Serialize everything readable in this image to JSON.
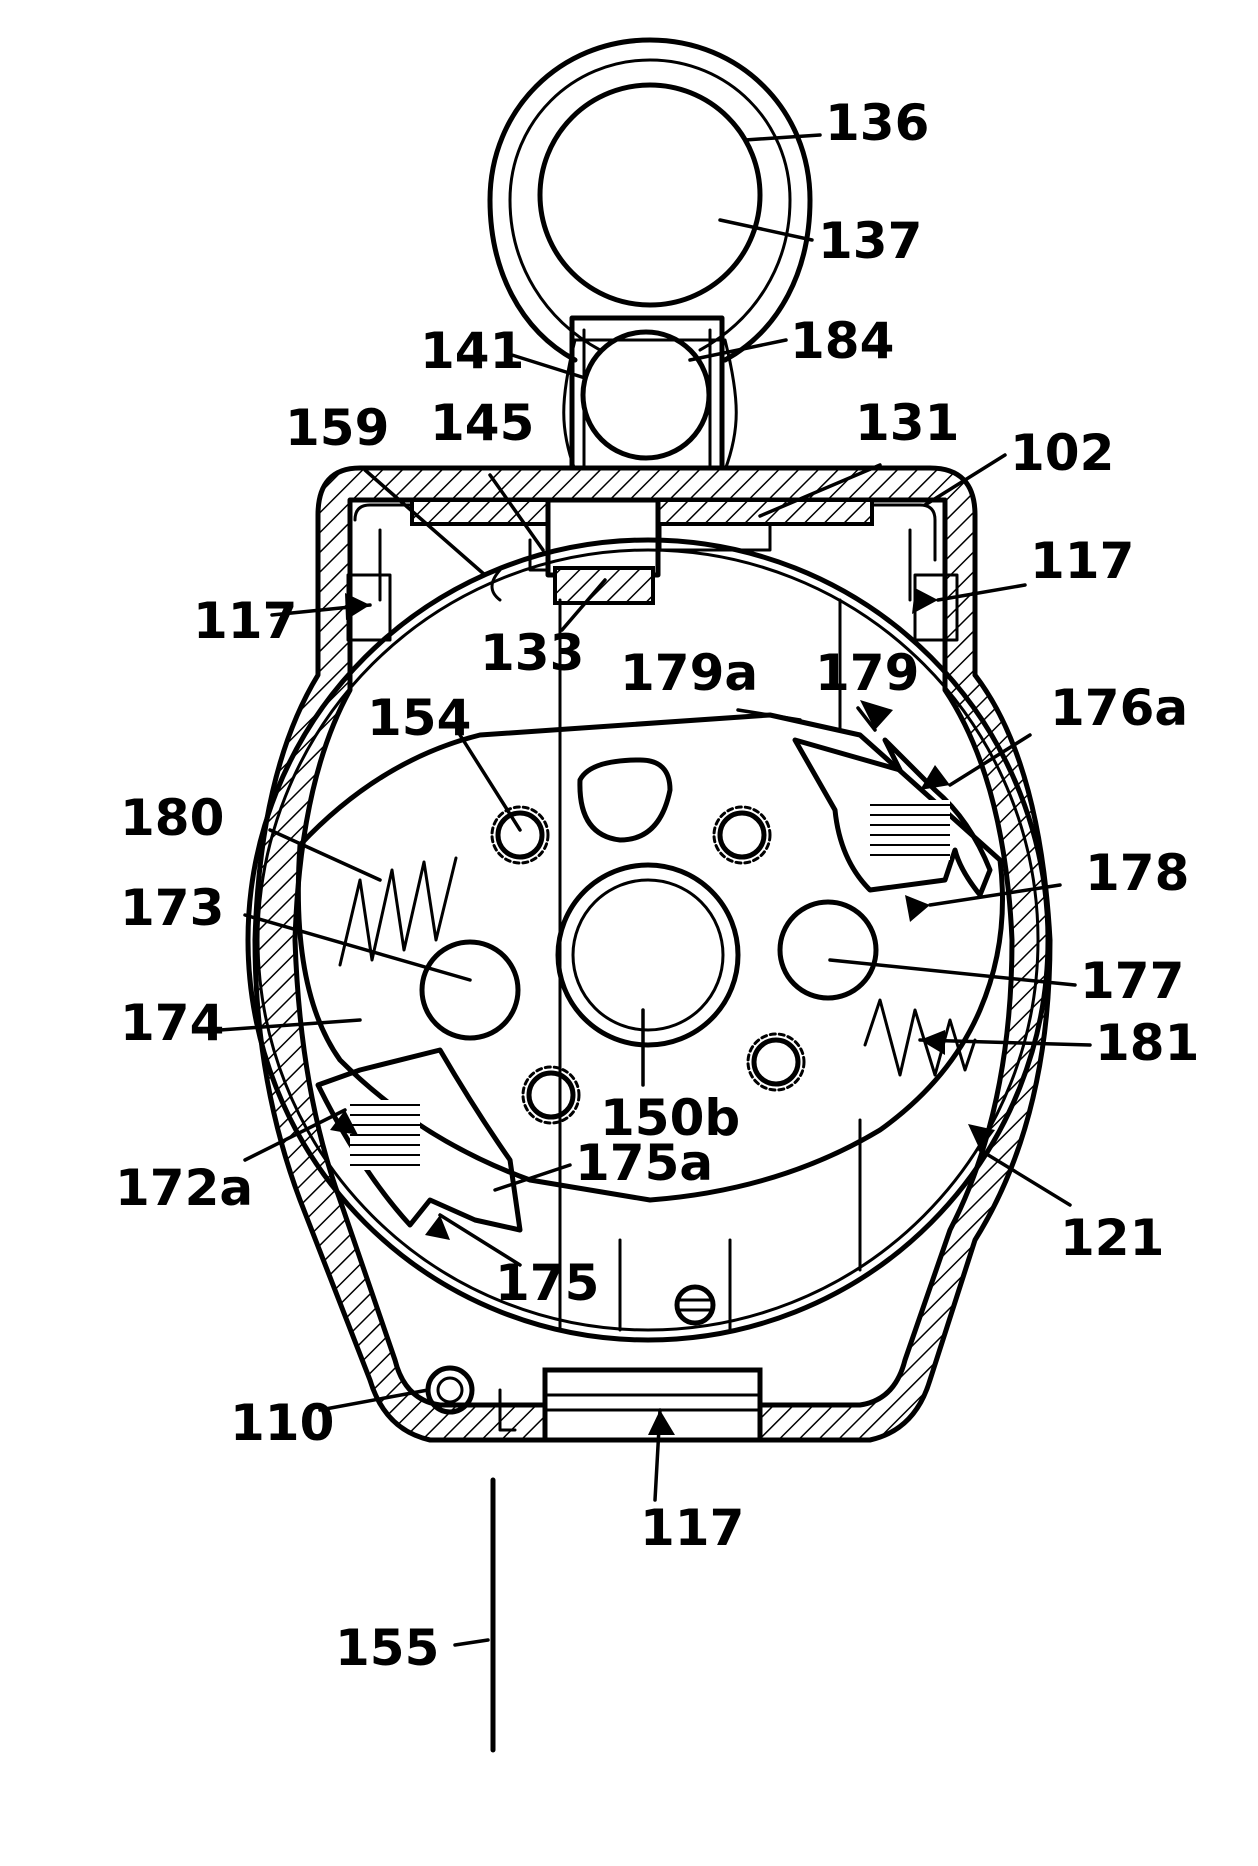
{
  "figure": {
    "labels": {
      "l136": "136",
      "l137": "137",
      "l141": "141",
      "l184": "184",
      "l159": "159",
      "l145": "145",
      "l131": "131",
      "l102": "102",
      "l117_left": "117",
      "l117_right": "117",
      "l133": "133",
      "l179a": "179a",
      "l179": "179",
      "l176a": "176a",
      "l154": "154",
      "l180": "180",
      "l178": "178",
      "l173": "173",
      "l177": "177",
      "l174": "174",
      "l181": "181",
      "l150b": "150b",
      "l172a": "172a",
      "l175a": "175a",
      "l121": "121",
      "l175": "175",
      "l110": "110",
      "l117_bottom": "117",
      "l155": "155"
    }
  }
}
